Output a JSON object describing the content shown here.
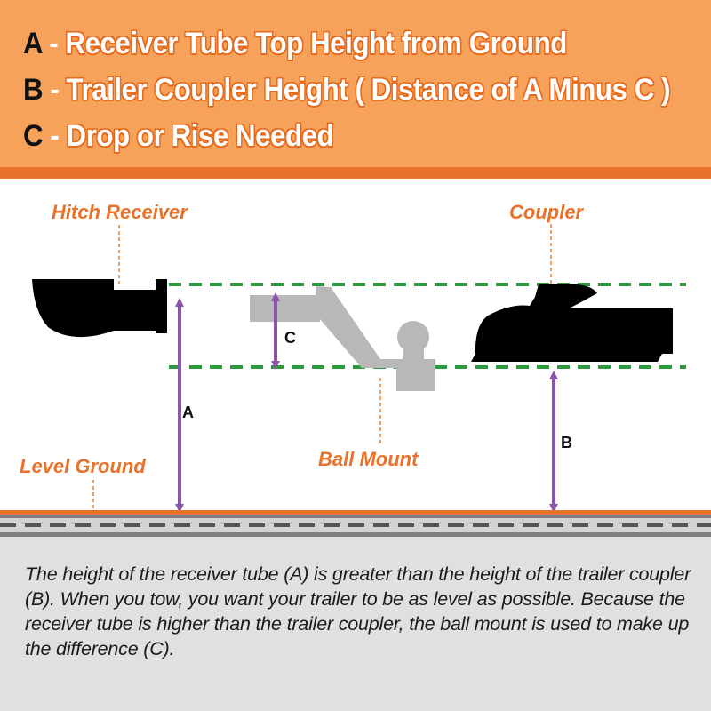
{
  "legend": [
    {
      "key": "A",
      "sep": " - ",
      "text": "Receiver Tube Top Height from Ground"
    },
    {
      "key": "B",
      "sep": " - ",
      "text": "Trailer Coupler Height ( Distance of A Minus C )"
    },
    {
      "key": "C",
      "sep": " - ",
      "text": "Drop or Rise Needed"
    }
  ],
  "labels": {
    "hitch_receiver": "Hitch Receiver",
    "coupler": "Coupler",
    "ball_mount": "Ball Mount",
    "level_ground": "Level Ground"
  },
  "measurements": {
    "a": "A",
    "b": "B",
    "c": "C"
  },
  "caption": "The height of the receiver tube (A) is greater than the height of the trailer coupler (B). When you tow, you want your trailer to be as level as possible. Because the receiver tube is higher than the trailer coupler, the ball mount is used to make up the difference (C).",
  "colors": {
    "header_bg": "#f6a25b",
    "accent_orange": "#e8722a",
    "guide_green": "#2e9a3e",
    "arrow_purple": "#8a55a8",
    "ball_mount_gray": "#b8b8b8",
    "ground_gray": "#808080",
    "footer_bg": "#e0e0e0"
  }
}
